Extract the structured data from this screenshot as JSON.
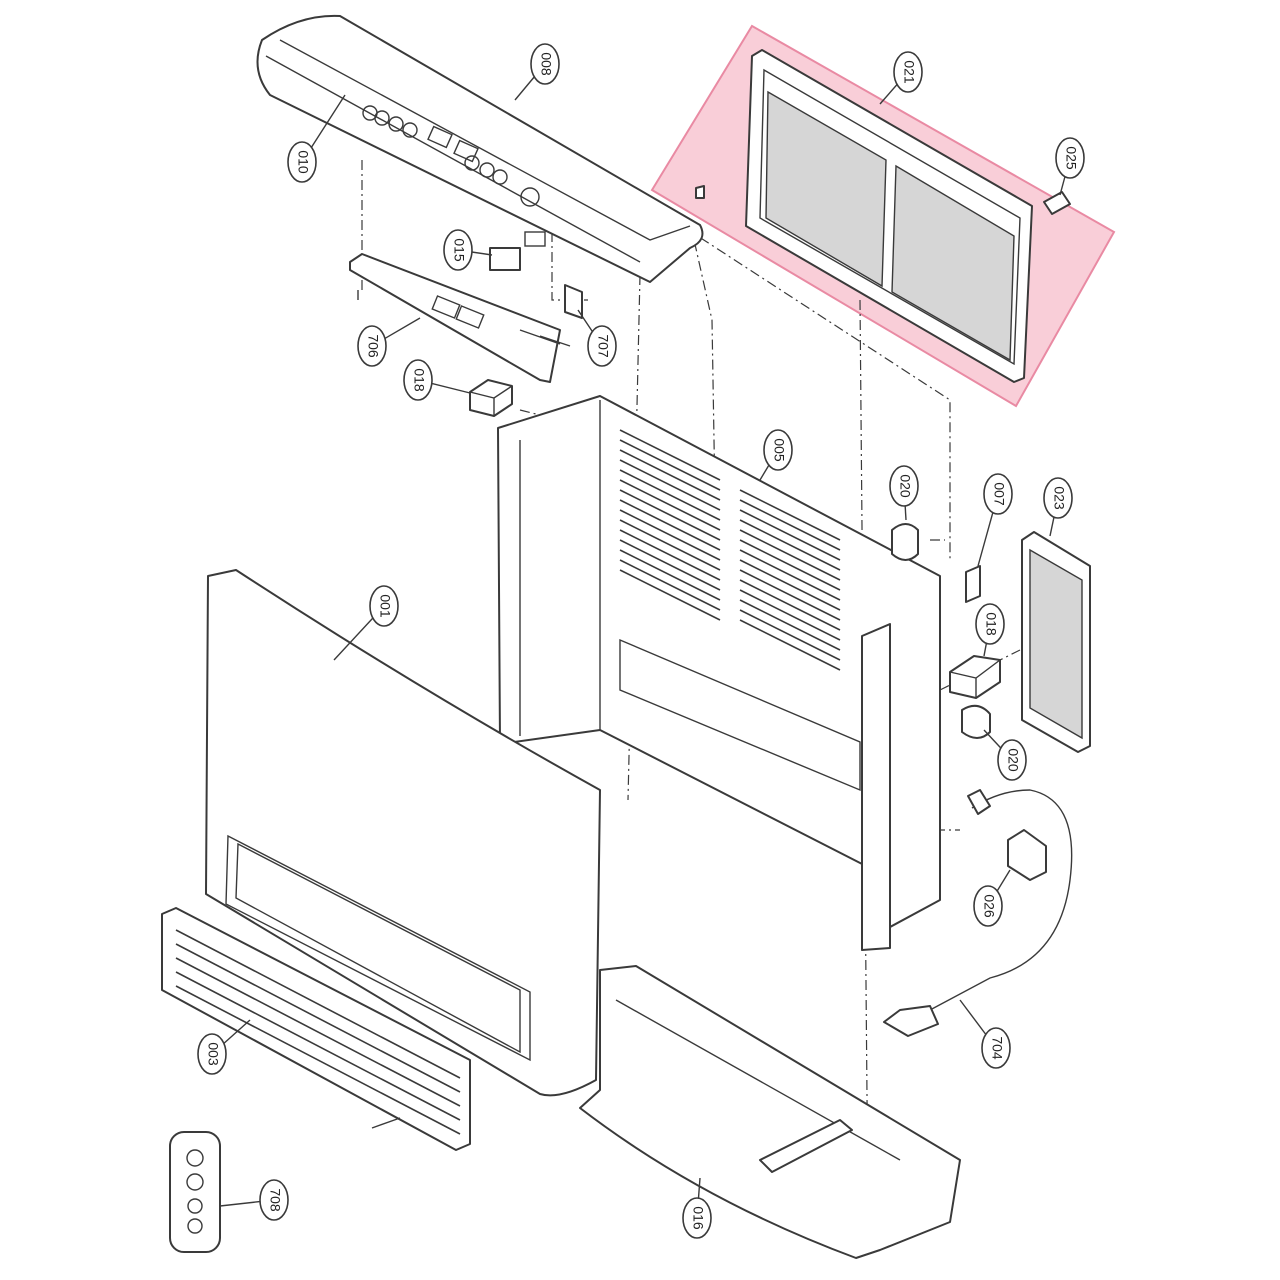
{
  "diagram": {
    "highlight_color": "#f4a6b8",
    "callouts": [
      {
        "id": "c008",
        "label": "008"
      },
      {
        "id": "c010",
        "label": "010"
      },
      {
        "id": "c015",
        "label": "015"
      },
      {
        "id": "c706",
        "label": "706"
      },
      {
        "id": "c707",
        "label": "707"
      },
      {
        "id": "c018a",
        "label": "018"
      },
      {
        "id": "c021",
        "label": "021"
      },
      {
        "id": "c025",
        "label": "025"
      },
      {
        "id": "c005",
        "label": "005"
      },
      {
        "id": "c020a",
        "label": "020"
      },
      {
        "id": "c007",
        "label": "007"
      },
      {
        "id": "c023",
        "label": "023"
      },
      {
        "id": "c018b",
        "label": "018"
      },
      {
        "id": "c020b",
        "label": "020"
      },
      {
        "id": "c001",
        "label": "001"
      },
      {
        "id": "c026",
        "label": "026"
      },
      {
        "id": "c003",
        "label": "003"
      },
      {
        "id": "c704",
        "label": "704"
      },
      {
        "id": "c708",
        "label": "708"
      },
      {
        "id": "c016",
        "label": "016"
      }
    ]
  }
}
